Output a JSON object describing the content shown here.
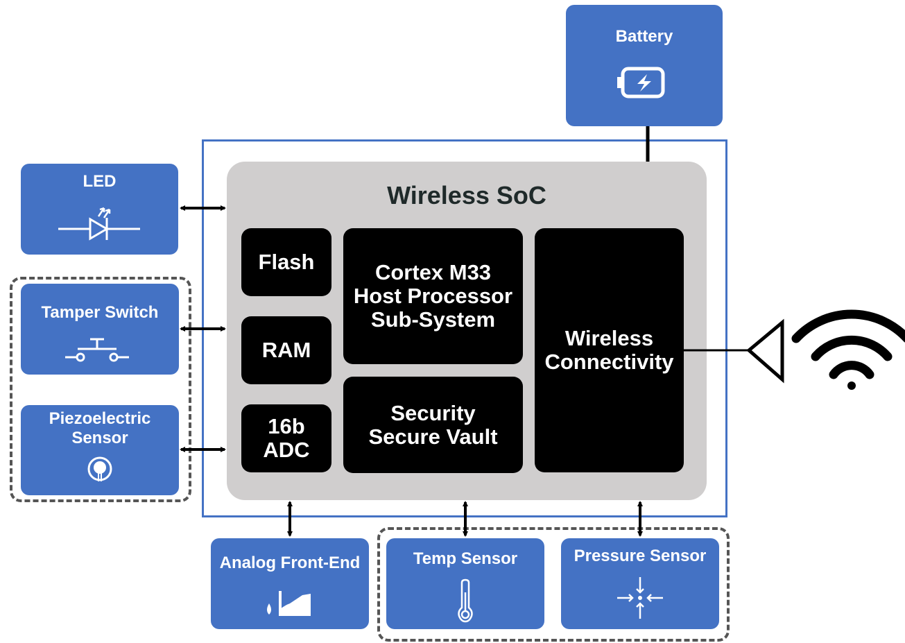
{
  "soc_title": "Wireless SoC",
  "blocks": {
    "flash": "Flash",
    "ram": "RAM",
    "adc": "16b\nADC",
    "cpu": "Cortex M33\nHost Processor\nSub-System",
    "security": "Security\nSecure Vault",
    "wireless": "Wireless\nConnectivity"
  },
  "peripherals": {
    "battery": "Battery",
    "led": "LED",
    "tamper": "Tamper Switch",
    "piezo": "Piezoelectric\nSensor",
    "afe": "Analog Front-End",
    "temp": "Temp Sensor",
    "pressure": "Pressure Sensor"
  },
  "colors": {
    "peripheral_fill": "#4472c4",
    "soc_outline": "#4472c4",
    "soc_fill": "#d0cece",
    "block_fill": "#000000",
    "dashed_group": "#555555"
  },
  "icons": {
    "battery": "battery-charging-icon",
    "led": "led-diode-icon",
    "tamper": "push-switch-icon",
    "piezo": "piezo-element-icon",
    "afe": "analog-signal-icon",
    "temp": "thermometer-icon",
    "pressure": "pressure-arrows-icon",
    "antenna": "antenna-icon",
    "wifi": "wifi-icon"
  }
}
